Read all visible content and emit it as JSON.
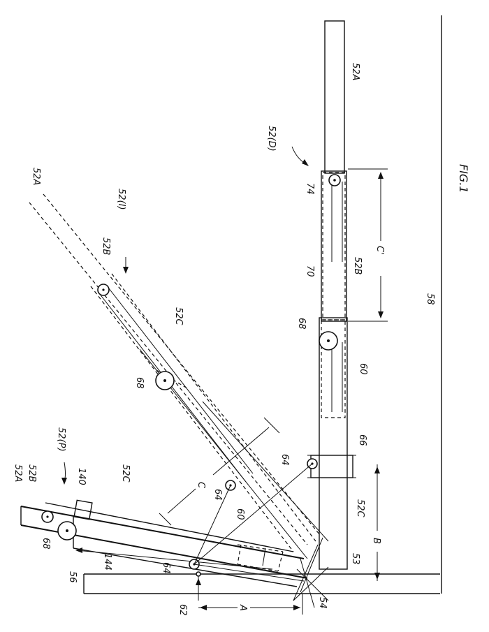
{
  "figure_label": "FIG.1",
  "labels": {
    "ref_52A_top": "52A",
    "ref_52A_right": "52A",
    "ref_52I": "52(I)",
    "ref_52B_mid": "52B",
    "ref_52C_mid": "52C",
    "ref_68_mid": "68",
    "ref_52D": "52(D)",
    "ref_74": "74",
    "ref_70": "70",
    "ref_52B_right": "52B",
    "ref_Cprime": "C'",
    "ref_58": "58",
    "ref_68_right": "68",
    "ref_60_right": "60",
    "ref_66": "66",
    "ref_64_right": "64",
    "ref_52C_right": "52C",
    "ref_B": "B",
    "ref_53": "53",
    "ref_54": "54",
    "ref_52P": "52(P)",
    "ref_52A_left": "52A",
    "ref_52B_left": "52B",
    "ref_140": "140",
    "ref_52C_left": "52C",
    "ref_68_left": "68",
    "ref_144": "144",
    "ref_56": "56",
    "ref_64_left": "64",
    "ref_62": "62",
    "ref_A": "A",
    "ref_C": "C",
    "ref_64_center": "64",
    "ref_60_center": "60"
  }
}
